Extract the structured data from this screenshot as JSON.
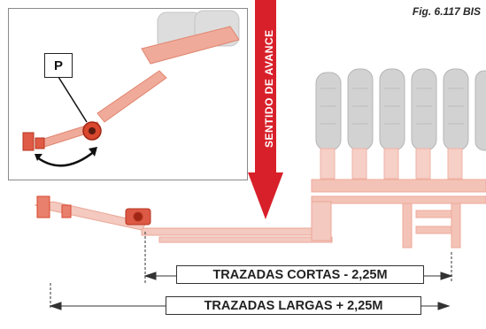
{
  "figure_label": "Fig. 6.117 BIS",
  "inset": {
    "point_label": "P"
  },
  "direction_label": "SENTIDO DE AVANCE",
  "dimensions": {
    "short": "TRAZADAS CORTAS  - 2,25M",
    "long": "TRAZADAS LARGAS  + 2,25M"
  },
  "colors": {
    "machine_red": "#d9472e",
    "machine_faded": "#f2b7aa",
    "tire_grey": "#c8c8c8",
    "arrow_red": "#d8202a"
  }
}
